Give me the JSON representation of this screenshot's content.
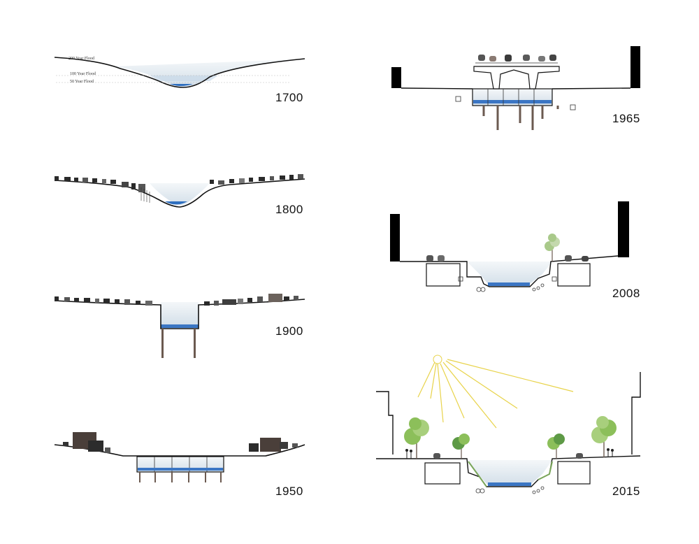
{
  "years": {
    "y1700": "1700",
    "y1800": "1800",
    "y1900": "1900",
    "y1950": "1950",
    "y1965": "1965",
    "y2008": "2008",
    "y2015": "2015"
  },
  "flood_levels": {
    "f200": "200 Year Flood",
    "f100": "100 Year Flood",
    "f50": "50 Year Flood"
  },
  "colors": {
    "water": "#2f6fbf",
    "water_light": "#d6e3ee",
    "channel_fill": "#e8eef3",
    "ground_line": "#111111",
    "tree": "#8cbf5a",
    "sun_ray": "#e8d34a",
    "pier": "#6b5a50"
  }
}
